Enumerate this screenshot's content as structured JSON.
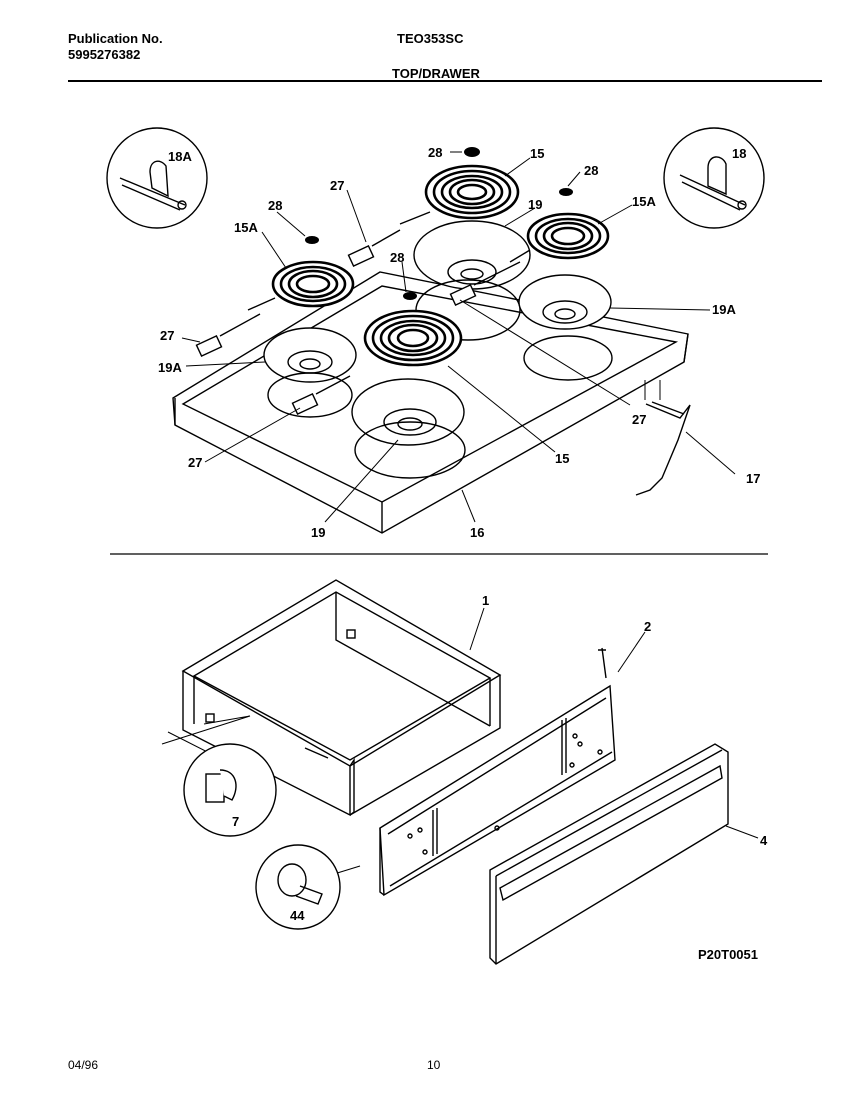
{
  "header": {
    "publication_label": "Publication No.",
    "publication_number": "5995276382",
    "model": "TEO353SC",
    "section": "TOP/DRAWER"
  },
  "top_callouts": {
    "c18A": "18A",
    "c18": "18",
    "c28a": "28",
    "c15a": "15",
    "c28b": "28",
    "c27a": "27",
    "c19a": "19",
    "c15Aa": "15A",
    "c28c": "28",
    "c15Ab": "15A",
    "c28d": "28",
    "c19Aa": "19A",
    "c27b": "27",
    "c19Ab": "19A",
    "c27c": "27",
    "c27d": "27",
    "c17": "17",
    "c15b": "15",
    "c19b": "19",
    "c16": "16"
  },
  "bottom_callouts": {
    "c1": "1",
    "c2": "2",
    "c4": "4",
    "c7": "7",
    "c44": "44"
  },
  "figure_code": "P20T0051",
  "footer": {
    "date": "04/96",
    "page": "10"
  }
}
